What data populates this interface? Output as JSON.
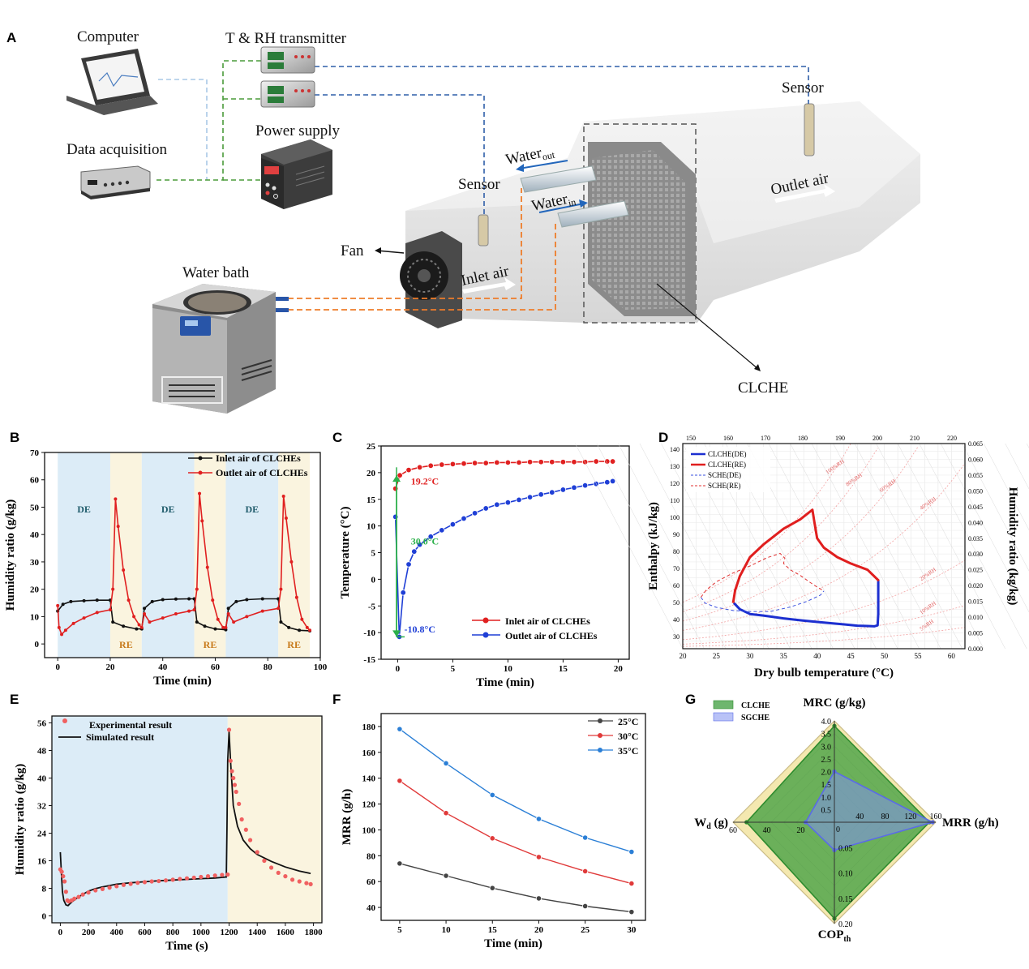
{
  "panels": {
    "A": "A",
    "B": "B",
    "C": "C",
    "D": "D",
    "E": "E",
    "F": "F",
    "G": "G"
  },
  "colors": {
    "de_bg": "#dcecf7",
    "re_bg": "#faf4df",
    "inlet": "#e02020",
    "outlet": "#1f3fd6",
    "black": "#111111",
    "flow": "#ee7d2a",
    "signal_blue": "#2f5ea8",
    "signal_green": "#4a9b3a",
    "clche": "#3d9e3d",
    "sgche": "#7f8ff0",
    "cop_hull": "#f4e8b0"
  },
  "diagram": {
    "computer": "Computer",
    "transmitter": "T & RH transmitter",
    "data_acq": "Data acquisition",
    "power": "Power supply",
    "sensor_in": "Sensor",
    "sensor_out": "Sensor",
    "water_out_base": "Water",
    "water_out_sub": "out",
    "water_in_base": "Water",
    "water_in_sub": "in",
    "outlet_air": "Outlet air",
    "inlet_air": "Inlet air",
    "fan": "Fan",
    "water_bath": "Water bath",
    "clche": "CLCHE"
  },
  "chart_data": [
    {
      "panel": "B",
      "type": "line",
      "xlabel": "Time (min)",
      "ylabel": "Humidity ratio (g/kg)",
      "xlim": [
        -5,
        100
      ],
      "ylim": [
        -5,
        70
      ],
      "xticks": [
        0,
        20,
        40,
        60,
        80,
        100
      ],
      "yticks": [
        0,
        10,
        20,
        30,
        40,
        50,
        60,
        70
      ],
      "phases": [
        {
          "label": "DE",
          "from": 0,
          "to": 20
        },
        {
          "label": "RE",
          "from": 20,
          "to": 32
        },
        {
          "label": "DE",
          "from": 32,
          "to": 52
        },
        {
          "label": "RE",
          "from": 52,
          "to": 64
        },
        {
          "label": "DE",
          "from": 64,
          "to": 84
        },
        {
          "label": "RE",
          "from": 84,
          "to": 96
        }
      ],
      "series": [
        {
          "name": "Inlet air of CLCHEs",
          "x": [
            0,
            2,
            5,
            10,
            15,
            20,
            21,
            25,
            30,
            32,
            33,
            36,
            40,
            45,
            50,
            52,
            53,
            56,
            60,
            64,
            65,
            68,
            72,
            78,
            84,
            85,
            88,
            92,
            96
          ],
          "y": [
            12,
            14.5,
            15.5,
            15.8,
            16,
            16,
            8,
            6.5,
            5.5,
            5.5,
            13,
            15.5,
            16.2,
            16.4,
            16.5,
            16.5,
            8,
            6.5,
            5.5,
            5.2,
            13,
            15.5,
            16.2,
            16.5,
            16.5,
            8,
            6,
            5,
            4.8
          ]
        },
        {
          "name": "Outlet air of CLCHEs",
          "x": [
            0,
            0.5,
            1.5,
            3,
            6,
            10,
            15,
            20,
            21,
            22,
            23,
            25,
            27,
            29,
            31,
            32,
            33,
            35,
            40,
            45,
            50,
            52,
            53,
            54,
            55,
            57,
            59,
            61,
            63,
            64,
            65,
            67,
            72,
            78,
            84,
            85,
            86,
            87,
            89,
            91,
            93,
            95,
            96
          ],
          "y": [
            14,
            6,
            3.5,
            5,
            7.5,
            9.5,
            11.5,
            12.5,
            20,
            53,
            43,
            27,
            16,
            10,
            7,
            6,
            11,
            8,
            9.5,
            11,
            12,
            12.5,
            20,
            55,
            45,
            28,
            16,
            9,
            6,
            6,
            11,
            8,
            10,
            12,
            13,
            20,
            54,
            46,
            30,
            17,
            9,
            6,
            5
          ]
        }
      ]
    },
    {
      "panel": "C",
      "type": "line",
      "xlabel": "Time (min)",
      "ylabel": "Temperature (°C)",
      "xlim": [
        -1.5,
        21
      ],
      "ylim": [
        -15,
        25
      ],
      "xticks": [
        0,
        5,
        10,
        15,
        20
      ],
      "yticks": [
        -15,
        -10,
        -5,
        0,
        5,
        10,
        15,
        20,
        25
      ],
      "annotations": {
        "rise": "19.2°C",
        "drop": "30.0°C",
        "min": "-10.8°C"
      },
      "series": [
        {
          "name": "Inlet air of CLCHEs",
          "x": [
            -0.2,
            0.2,
            1,
            2,
            3,
            4,
            5,
            6,
            7,
            8,
            9,
            10,
            11,
            12,
            13,
            14,
            15,
            16,
            17,
            18,
            19,
            19.5
          ],
          "y": [
            17,
            19.5,
            20.5,
            21,
            21.3,
            21.5,
            21.6,
            21.7,
            21.8,
            21.8,
            21.9,
            21.9,
            21.9,
            22,
            22,
            22,
            22,
            22,
            22,
            22.1,
            22.1,
            22.1
          ]
        },
        {
          "name": "Outlet air of CLCHEs",
          "x": [
            -0.2,
            0.15,
            0.5,
            1,
            1.5,
            2,
            3,
            4,
            5,
            6,
            7,
            8,
            9,
            10,
            11,
            12,
            13,
            14,
            15,
            16,
            17,
            18,
            19,
            19.5
          ],
          "y": [
            11.7,
            -10.8,
            -2.5,
            2.8,
            5.2,
            6.5,
            8,
            9.2,
            10.3,
            11.4,
            12.4,
            13.3,
            14,
            14.4,
            14.9,
            15.4,
            15.9,
            16.3,
            16.8,
            17.2,
            17.6,
            17.9,
            18.2,
            18.4
          ]
        }
      ]
    },
    {
      "panel": "D",
      "type": "line",
      "xlabel": "Dry bulb temperature (°C)",
      "ylabel": "Enthalpy (kJ/kg)",
      "y2label": "Humidity ratio (kg/kg)",
      "xlim": [
        20,
        62
      ],
      "ylim": [
        0,
        0.065
      ],
      "xticks": [
        20,
        25,
        30,
        35,
        40,
        45,
        50,
        55,
        60
      ],
      "top_ticks": [
        150,
        160,
        170,
        180,
        190,
        200,
        210,
        220
      ],
      "left_ticks": [
        30,
        40,
        50,
        60,
        70,
        80,
        90,
        100,
        110,
        120,
        130,
        140
      ],
      "right_ticks": [
        "0.000",
        "0.005",
        "0.010",
        "0.015",
        "0.020",
        "0.025",
        "0.030",
        "0.035",
        "0.040",
        "0.045",
        "0.050",
        "0.055",
        "0.060",
        "0.065"
      ],
      "rh_labels": [
        "100%RH",
        "80%RH",
        "60%RH",
        "40%RH",
        "20%RH",
        "10%RH",
        "5%RH"
      ],
      "series": [
        {
          "name": "CLCHE(DE)",
          "x": [
            27.6,
            28.5,
            30,
            32,
            35,
            38,
            41,
            44,
            46,
            47.5,
            48.5,
            49,
            49.1,
            49.1
          ],
          "y": [
            0.0145,
            0.0125,
            0.011,
            0.0105,
            0.0096,
            0.0089,
            0.0083,
            0.0077,
            0.0073,
            0.0072,
            0.0071,
            0.0074,
            0.011,
            0.0215
          ]
        },
        {
          "name": "CLCHE(RE)",
          "x": [
            27.5,
            27.8,
            28.5,
            30,
            32,
            35,
            37.5,
            39.3,
            39.6,
            40,
            41,
            43,
            45,
            47.5,
            49.2
          ],
          "y": [
            0.0145,
            0.0185,
            0.023,
            0.029,
            0.033,
            0.038,
            0.041,
            0.044,
            0.04,
            0.035,
            0.032,
            0.029,
            0.027,
            0.025,
            0.0215
          ]
        },
        {
          "name": "SCHE(DE)",
          "x": [
            22.7,
            23.3,
            25,
            27.5,
            30,
            33,
            36,
            38.5,
            40.5,
            41
          ],
          "y": [
            0.0163,
            0.0145,
            0.0131,
            0.0121,
            0.0118,
            0.0118,
            0.0132,
            0.015,
            0.017,
            0.0183
          ]
        },
        {
          "name": "SCHE(RE)",
          "x": [
            22.7,
            23.5,
            25,
            27.5,
            30,
            32.5,
            34.5,
            35.2,
            35,
            36,
            37.5,
            39.5,
            41
          ],
          "y": [
            0.0163,
            0.0186,
            0.0212,
            0.024,
            0.0262,
            0.0288,
            0.0302,
            0.0287,
            0.027,
            0.025,
            0.0232,
            0.0202,
            0.0183
          ]
        }
      ]
    },
    {
      "panel": "E",
      "type": "line",
      "xlabel": "Time (s)",
      "ylabel": "Humidity ratio (g/kg)",
      "xlim": [
        -60,
        1860
      ],
      "ylim": [
        -2,
        58
      ],
      "xticks": [
        0,
        200,
        400,
        600,
        800,
        1000,
        1200,
        1400,
        1600,
        1800
      ],
      "yticks": [
        0,
        8,
        16,
        24,
        32,
        40,
        48,
        56
      ],
      "phases": [
        {
          "from": -60,
          "to": 1190
        },
        {
          "from": 1190,
          "to": 1860
        }
      ],
      "series": [
        {
          "name": "Experimental result",
          "x": [
            0,
            10,
            20,
            30,
            40,
            50,
            60,
            80,
            100,
            130,
            160,
            200,
            250,
            300,
            350,
            400,
            450,
            500,
            550,
            600,
            650,
            700,
            750,
            800,
            850,
            900,
            950,
            1000,
            1050,
            1100,
            1150,
            1190,
            1200,
            1210,
            1220,
            1230,
            1240,
            1250,
            1270,
            1290,
            1320,
            1350,
            1400,
            1450,
            1500,
            1550,
            1600,
            1650,
            1700,
            1750,
            1780
          ],
          "y": [
            13.5,
            12.8,
            11.5,
            10,
            7,
            4.5,
            4.2,
            4.5,
            5,
            5.5,
            6.2,
            6.8,
            7.4,
            7.8,
            8.2,
            8.6,
            9,
            9.3,
            9.6,
            9.8,
            10,
            10.1,
            10.3,
            10.5,
            10.7,
            10.9,
            11.1,
            11.3,
            11.5,
            11.7,
            11.9,
            12,
            54,
            45,
            42,
            40,
            38,
            36,
            32.5,
            28,
            25,
            22,
            18.5,
            16,
            14,
            12.5,
            11.5,
            10.5,
            10,
            9.5,
            9.2
          ]
        },
        {
          "name": "Simulated result",
          "x": [
            0,
            8,
            15,
            25,
            40,
            55,
            70,
            90,
            120,
            150,
            200,
            250,
            300,
            400,
            500,
            600,
            700,
            800,
            900,
            1000,
            1100,
            1180,
            1185,
            1190,
            1200,
            1210,
            1230,
            1260,
            1300,
            1350,
            1400,
            1500,
            1600,
            1700,
            1780
          ],
          "y": [
            18.5,
            12,
            7,
            4.5,
            3.2,
            3,
            3.6,
            4.3,
            5.2,
            6,
            7.2,
            7.9,
            8.4,
            9.2,
            9.6,
            9.9,
            10.2,
            10.4,
            10.6,
            10.8,
            11,
            11.3,
            25,
            45,
            53.5,
            45,
            32,
            26,
            22,
            19.5,
            17.8,
            15.8,
            14.2,
            13,
            12.3
          ]
        }
      ]
    },
    {
      "panel": "F",
      "type": "line",
      "xlabel": "Time (min)",
      "ylabel": "MRR (g/h)",
      "xlim": [
        3,
        31.5
      ],
      "ylim": [
        30,
        190
      ],
      "xticks": [
        5,
        10,
        15,
        20,
        25,
        30
      ],
      "yticks": [
        40,
        60,
        80,
        100,
        120,
        140,
        160,
        180
      ],
      "categories": [
        5,
        10,
        15,
        20,
        25,
        30
      ],
      "series": [
        {
          "name": "25°C",
          "values": [
            74,
            64.5,
            55,
            47,
            41,
            36.5
          ]
        },
        {
          "name": "30°C",
          "values": [
            138,
            113,
            93.5,
            79,
            68,
            58.5
          ]
        },
        {
          "name": "35°C",
          "values": [
            178,
            151.5,
            127,
            108.5,
            94,
            83
          ]
        }
      ]
    },
    {
      "panel": "G",
      "type": "radar",
      "axes": [
        {
          "name": "MRC (g/kg)",
          "max": 4.0,
          "ticks": [
            "0.5",
            "1.0",
            "1.5",
            "2.0",
            "2.5",
            "3.0",
            "3.5",
            "4.0"
          ]
        },
        {
          "name": "MRR (g/h)",
          "max": 160,
          "ticks": [
            "40",
            "80",
            "120",
            "160"
          ]
        },
        {
          "name": "COP",
          "name_sub": "th",
          "max": 0.2,
          "ticks": [
            "0.05",
            "0.10",
            "0.15",
            "0.20"
          ]
        },
        {
          "name": "W",
          "name_sub": "d",
          "unit": "(g)",
          "max": 60,
          "ticks": [
            "20",
            "40",
            "60"
          ]
        }
      ],
      "zero_label": "0",
      "series": [
        {
          "name": "CLCHE",
          "values": [
            3.8,
            150,
            0.19,
            52
          ]
        },
        {
          "name": "SGCHE",
          "values": [
            2.0,
            155,
            0.055,
            17
          ]
        }
      ]
    }
  ]
}
